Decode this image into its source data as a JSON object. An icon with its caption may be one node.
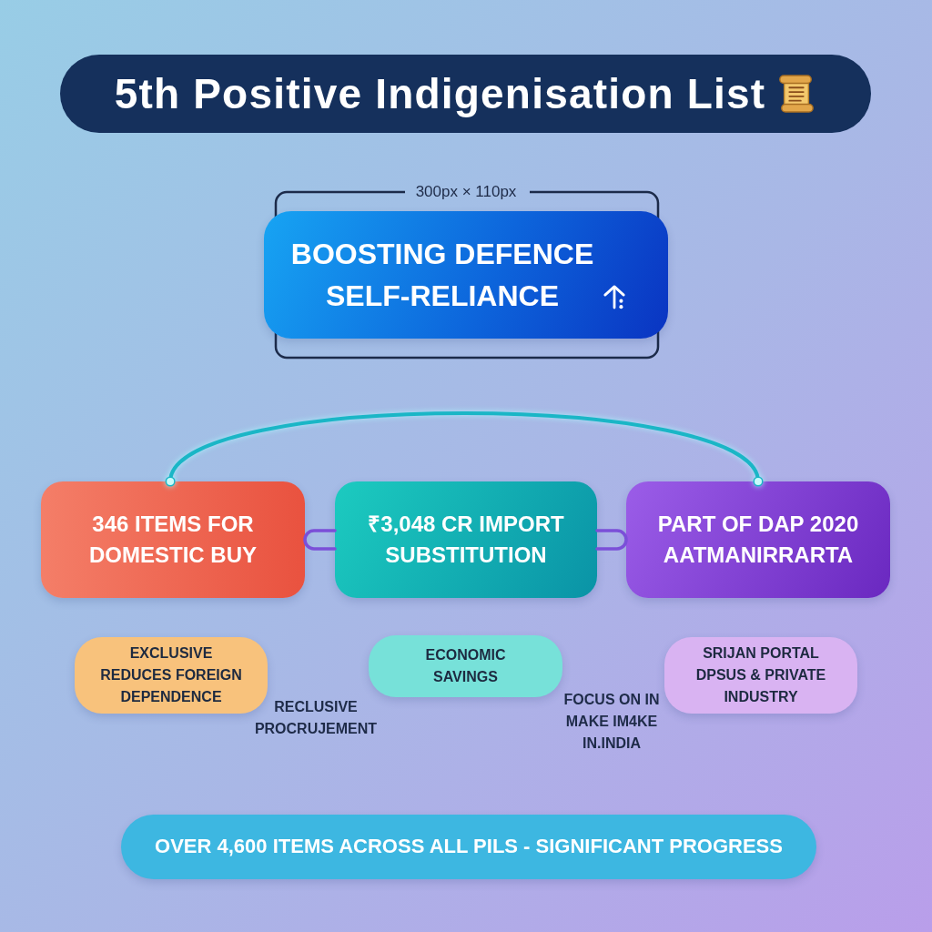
{
  "diagram": {
    "title": "5th Positive Indigenisation List",
    "nodes": [
      {
        "text": [
          "BOOSTING DEFENCE SELF-RELIANCE"
        ]
      },
      {
        "text": [
          "346 ITEMS FOR DOMESTIC BUY"
        ]
      },
      {
        "text": [
          "₹3,048 CR IMPORT SUBSTITUTION"
        ]
      },
      {
        "text": [
          "PART OF DAP 2020 AATMANIRRARTA"
        ]
      },
      {
        "text": [
          "EXCLUSIVE REDUCES FOREIGN DEPENDENCE"
        ]
      },
      {
        "text": [
          "ECONOMIC SAVINGS"
        ]
      },
      {
        "text": [
          "SRIJAN PORTAL DPSUS & PRIVATE INDUSTRY"
        ]
      },
      {
        "text": [
          "OVER 4,600 ITEMS ACROSS ALL PILS - SIGNIFICANT PROGRESS"
        ]
      }
    ],
    "edges": [
      {
        "from": 1,
        "to": 3,
        "arrow": "other",
        "color": "#1ab6c6"
      },
      {
        "from": 1,
        "to": 2,
        "arrow": "none"
      },
      {
        "from": 2,
        "to": 3,
        "arrow": "none"
      }
    ],
    "labels": [
      "300px × 110px",
      "RECLUSIVE PROCRUJEMENT",
      "FOCUS ON IN MAKE IM4KE IN.INDIA"
    ]
  }
}
